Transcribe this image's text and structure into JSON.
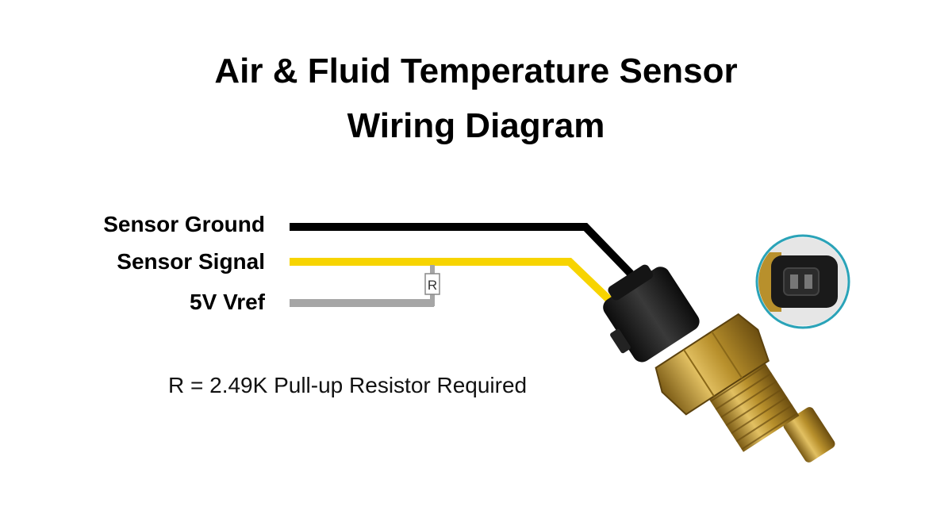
{
  "title": {
    "line1": "Air & Fluid Temperature Sensor",
    "line2": "Wiring Diagram"
  },
  "wires": [
    {
      "label": "Sensor Ground",
      "color": "#000000"
    },
    {
      "label": "Sensor Signal",
      "color": "#f7d400"
    },
    {
      "label": "5V Vref",
      "color": "#a6a6a6"
    }
  ],
  "resistor": {
    "symbol": "R"
  },
  "note": "R = 2.49K Pull-up Resistor Required",
  "colors": {
    "brass": "#c9a13a",
    "connector": "#1c1c1c",
    "inset_ring": "#2aa3b8"
  }
}
